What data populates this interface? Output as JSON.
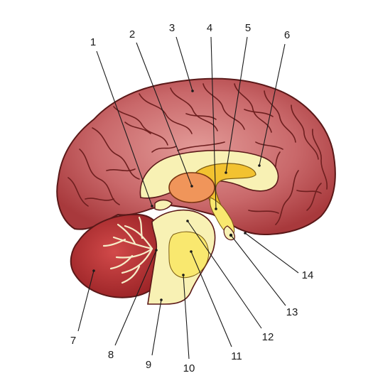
{
  "diagram": {
    "labels": [
      "1",
      "2",
      "3",
      "4",
      "5",
      "6",
      "7",
      "8",
      "9",
      "10",
      "11",
      "12",
      "13",
      "14"
    ]
  },
  "colors": {
    "cortex": "#c4585b",
    "cortex_outline": "#5a1818",
    "cerebellum": "#bd3a3c",
    "pale_yellow": "#f8f1b4",
    "yellow": "#f9e86f",
    "gold": "#f2c230",
    "orange": "#f0955a"
  }
}
